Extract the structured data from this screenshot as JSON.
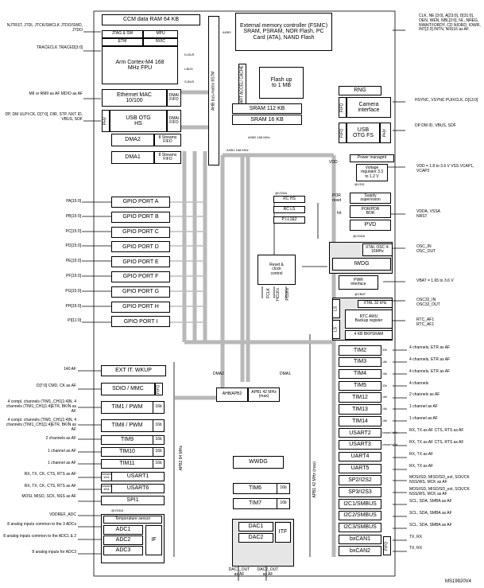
{
  "top": {
    "ccm": "CCM data RAM 64 KB",
    "fsmc": "External memory controller (FSMC) SRAM, PSRAM, NOR Flash, PC Card (ATA), NAND Flash",
    "ahb3": "AHB3"
  },
  "core": {
    "jtag": "JTAG & SW",
    "mpu": "MPU",
    "etm": "ETM",
    "nvic": "NVIC",
    "cpu": "Arm Cortex-M4 168 MHz FPU",
    "dbus": "D-BUS",
    "ibus": "I-BUS",
    "sbus": "S-BUS"
  },
  "mid": {
    "eth": "Ethernet MAC 10/100",
    "dma_fifo1": "DMA/ FIFO",
    "phy": "PHY",
    "usbhs": "USB OTG HS",
    "dma_fifo2": "DMA/ FIFO",
    "dma2": "DMA2",
    "dma1": "DMA1",
    "streams2": "8 Streams FIFO",
    "streams1": "8 Streams FIFO",
    "busmatrix": "AHB bus-matrix 8S7M",
    "artaccel": "ART ACCEL/ CACHE",
    "flash": "Flash up to 1 MB",
    "sram112": "SRAM 112 KB",
    "sram16": "SRAM 16 KB",
    "ahb2": "AHB2 168 MHz",
    "ahb1": "AHB1 168 MHz",
    "rng": "RNG",
    "camera": "Camera interface",
    "fifo_cam": "FIFO",
    "usbfs": "USB OTG FS",
    "fifo_fs": "FIFO",
    "phy_fs": "PHY"
  },
  "gpio": [
    "GPIO PORT A",
    "GPIO PORT B",
    "GPIO PORT C",
    "GPIO PORT D",
    "GPIO PORT E",
    "GPIO PORT F",
    "GPIO PORT G",
    "GPIO PORT H",
    "GPIO PORT I"
  ],
  "gpio_pins": [
    "PA[15:0]",
    "PB[15:0]",
    "PC[15:0]",
    "PD[15:0]",
    "PE[15:0]",
    "PF[15:0]",
    "PG[15:0]",
    "PH[15:0]",
    "PI[11:0]"
  ],
  "power": {
    "mgmt": "Power managmt",
    "volreg": "Voltage regulator 3.3 to 1.2 V",
    "vdd": "VDD",
    "vdd_out": "VDD = 1.8 to 3.6 V VSS VCAP1, VCAP2",
    "ivdd": "@VDD",
    "rchs": "RC HS",
    "rcls": "RC LS",
    "pll": "P LL1&2",
    "ivdda": "@VDDA",
    "por_rst": "POR reset",
    "int": "Int",
    "supply": "Supply supervision",
    "porpdr": "POR/PDR BOR",
    "pvd": "PVD",
    "vdda_out": "VDDA, VSSA NRST",
    "ivdda2": "@VDDA",
    "rcc": "Reset & clock control",
    "fclk": "FCLK",
    "hclk": "HCLKx",
    "pclk": "PCLKx",
    "xtal": "XTAL OSC 4- 16MHz",
    "osc_out": "OSC_IN OSC_OUT",
    "iwdg": "IWDG",
    "pwr": "PWR interface",
    "vbat": "VBAT = 1.65 to 3.6 V",
    "ivbat": "@VBAT",
    "ls1": "LS",
    "ls2": "LS",
    "xtal32": "XTAL 32 kHz",
    "rtc": "RTC AWU Backup register",
    "bkpsram": "4 KB BKPSRAM",
    "osc32": "OSC32_IN OSC32_OUT",
    "rtcaf": "RTC_AF1 RTC_AF1"
  },
  "right_periph": [
    {
      "name": "TIM2",
      "bits": "32b",
      "desc": "4 channels, ETR as AF"
    },
    {
      "name": "TIM3",
      "bits": "16b",
      "desc": "4 channels, ETR as AF"
    },
    {
      "name": "TIM4",
      "bits": "16b",
      "desc": "4 channels, ETR as AF"
    },
    {
      "name": "TIM5",
      "bits": "32b",
      "desc": "4 channels"
    },
    {
      "name": "TIM12",
      "bits": "16b",
      "desc": "2 channels as AF"
    },
    {
      "name": "TIM13",
      "bits": "16b",
      "desc": "1 channel as AF"
    },
    {
      "name": "TIM14",
      "bits": "16b",
      "desc": "1 channel as AF"
    },
    {
      "name": "USART2",
      "bits": "smcard irDA",
      "desc": "RX, TX as AF CTS, RTS as AF"
    },
    {
      "name": "USART3",
      "bits": "smcard irDA",
      "desc": "RX, TX as AF CTS, RTS as AF"
    },
    {
      "name": "UART4",
      "bits": "",
      "desc": "RX, TX as AF"
    },
    {
      "name": "UART5",
      "bits": "",
      "desc": "RX, TX as AF"
    },
    {
      "name": "SP2/I2S2",
      "bits": "",
      "desc": "MOSI/SD, MISO/SD_ext, SCK/CK NSS/WS, MCK as AF"
    },
    {
      "name": "SP3/I2S3",
      "bits": "",
      "desc": "MOSI/SD, MISO/SD_ext, SCK/CK NSS/WS, MCK as AF"
    },
    {
      "name": "I2C1/SMBUS",
      "bits": "",
      "desc": "SCL, SDA, SMBA as AF"
    },
    {
      "name": "I2C2/SMBUS",
      "bits": "",
      "desc": "SCL, SDA, SMBA as AF"
    },
    {
      "name": "I2C3/SMBUS",
      "bits": "",
      "desc": "SCL, SDA, SMBA as AF"
    },
    {
      "name": "bxCAN1",
      "bits": "",
      "desc": "TX, RX"
    },
    {
      "name": "bxCAN2",
      "bits": "",
      "desc": "TX, RX"
    }
  ],
  "left_periph": {
    "extit": "EXT IT. WKUP",
    "extit_sig": "140 AF",
    "sdio": "SDIO / MMC",
    "sdio_fifo": "FIFO",
    "sdio_sig": "D[7:0] CMD, CK as AF",
    "tim1": "TIM1 / PWM",
    "tim1_sig": "4 compl. channels (TIM1_CH1[1:4]N, 4 channels (TIM1_CH1[1:4]ETR, BKIN as AF",
    "tim8": "TIM8 / PWM",
    "tim8_sig": "4 compl. channels (TIM1_CH1[1:4]N, 4 channels (TIM1_CH1[1:4]ETR, BKIN as AF",
    "tim9": "TIM9",
    "tim9_sig": "2 channels as AF",
    "tim10": "TIM10",
    "tim10_sig": "1 channel as AF",
    "tim11": "TIM11",
    "tim11_sig": "1 channel as AF",
    "usart1": "USART1",
    "usart1_sig": "RX, TX, CK, CTS, RTS as AF",
    "usart6": "USART6",
    "usart6_sig": "RX, TX, CK, CTS, RTS as AF",
    "spi1": "SPI1",
    "spi1_sig": "MOSI, MISO, SCK, NSS as AF",
    "smcard": "smcard irDA",
    "b16": "16b",
    "vddref": "VDDREF_ADC",
    "ivdda": "@VDDA",
    "tempsens": "Temperature sensor",
    "adc1": "ADC1",
    "adc2": "ADC2",
    "adc3": "ADC3",
    "if": "IF",
    "adc_sig1": "8 analog inputs common to the 3 ADCs",
    "adc_sig2": "8 analog inputs common to the ADC1 & 2",
    "adc_sig3": "8 analog inputs for ADC3",
    "apb2": "APB2 84 MHz"
  },
  "center": {
    "dma2": "DMA2",
    "dma1": "DMA1",
    "apb2": "AHB/APB2",
    "apb1": "APB1 42 MHz (max)",
    "wwdg": "WWDG",
    "tim6": "TIM6",
    "tim7": "TIM7",
    "b16": "16b",
    "dac1": "DAC1",
    "dac2": "DAC2",
    "itf": "ITF",
    "dac_out": "DAC1_OUT as AF",
    "dac2_out": "DAC2_OUT as AF",
    "fifo_can": "FIFO"
  },
  "left_sigs": {
    "jtag": "NJTRST, JTDI, JTCK/SWCLK JTDO/SWD, JTDO",
    "trace": "TRACECLK TRACED[3:0]",
    "mii": "MII or RMII as AF MDIO as AF",
    "usb": "DP, DM ULPI:CK, D[7:0], DIR, STP, NXT ID, VBUS, SOF"
  },
  "right_sigs": {
    "fsmc": "CLK, NE [3:0], A[23:0], D[31:0], OEN, WEN, NBL[3:0], NL, NREG, NWAIT/IORDY, CD NIORD, IOWR, INT[2:3] INTN, NIIS16 as AF",
    "cam": "HSYNC, VSYNC PUIXCLK, D[13:0]",
    "usbfs": "DP DM ID, VBUS, SOF"
  },
  "footer": "MS19920V4"
}
